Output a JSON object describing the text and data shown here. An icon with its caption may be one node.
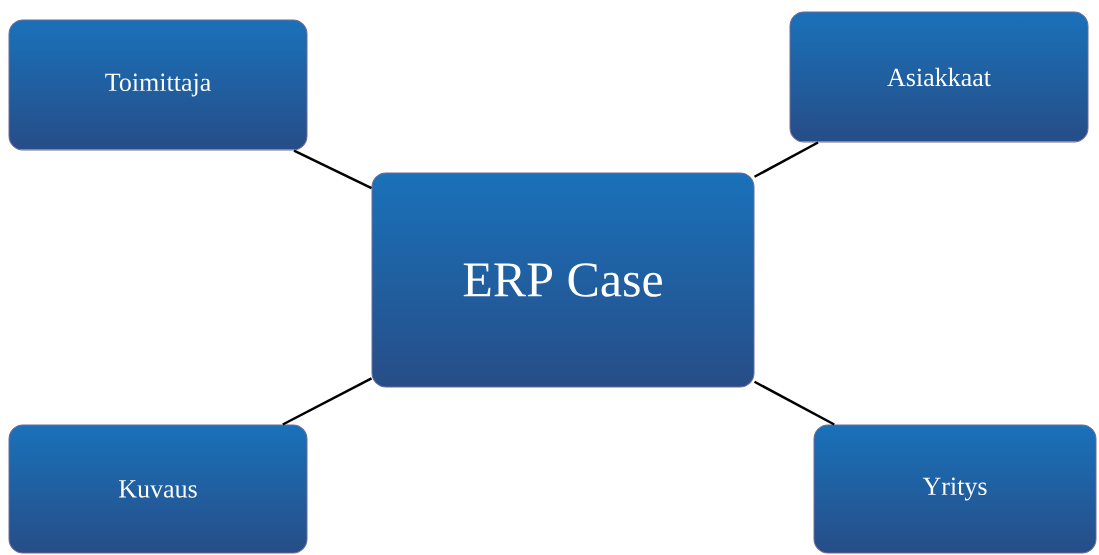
{
  "diagram": {
    "nodes": [
      {
        "text": [
          "Toimittaja"
        ]
      },
      {
        "text": [
          "Asiakkaat"
        ]
      },
      {
        "text": [
          "ERP Case"
        ]
      },
      {
        "text": [
          "Kuvaus"
        ]
      },
      {
        "text": [
          "Yritys"
        ]
      }
    ],
    "edges": [
      {
        "from": 2,
        "to": 0,
        "arrow": "none"
      },
      {
        "from": 2,
        "to": 1,
        "arrow": "none"
      },
      {
        "from": 2,
        "to": 3,
        "arrow": "none"
      },
      {
        "from": 2,
        "to": 4,
        "arrow": "none"
      }
    ]
  }
}
